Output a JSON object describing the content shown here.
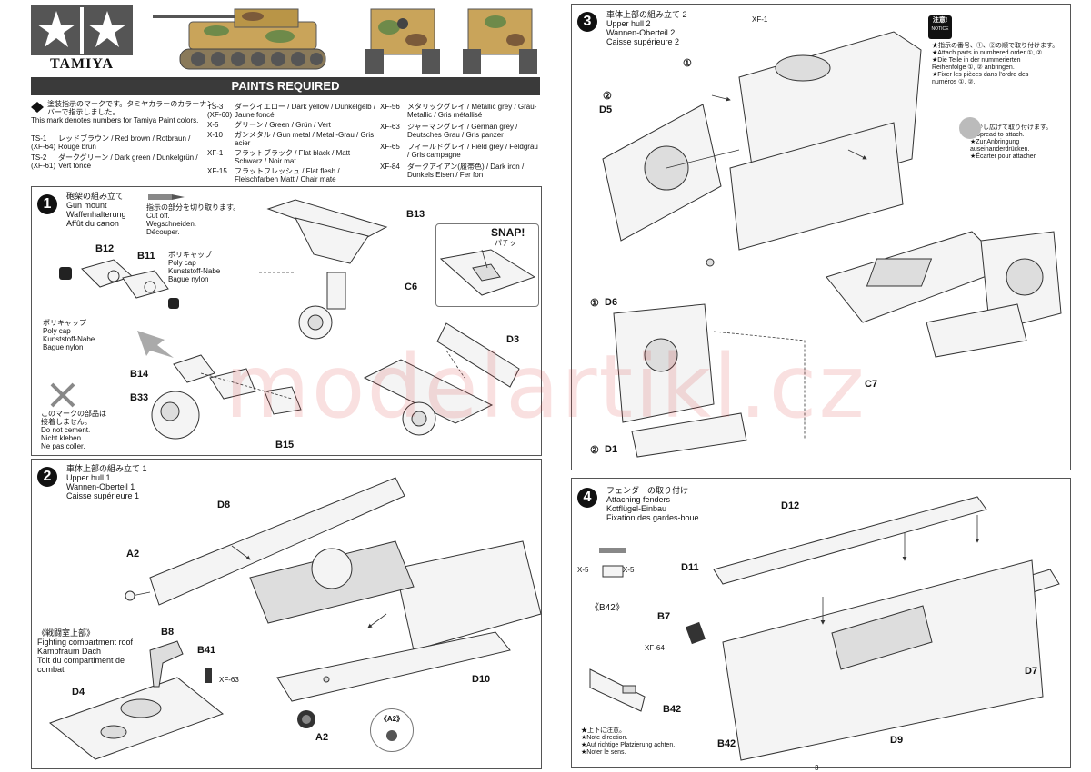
{
  "brand": {
    "name": "TAMIYA"
  },
  "watermark": "modelartikl.cz",
  "paints": {
    "header": "PAINTS REQUIRED",
    "note_jp": "塗装指示のマークです。タミヤカラーのカラーナンバーで指示しました。",
    "note_en": "This mark denotes numbers for Tamiya Paint colors.",
    "col1": [
      {
        "code": "TS-1",
        "alt": "(XF-64)",
        "name": "レッドブラウン / Red brown / Rotbraun / Rouge brun"
      },
      {
        "code": "TS-2",
        "alt": "(XF-61)",
        "name": "ダークグリーン / Dark green / Dunkelgrün / Vert foncé"
      }
    ],
    "col2": [
      {
        "code": "TS-3",
        "alt": "(XF-60)",
        "name": "ダークイエロー / Dark yellow / Dunkelgelb / Jaune foncé"
      },
      {
        "code": "X-5",
        "alt": "",
        "name": "グリーン / Green / Grün / Vert"
      },
      {
        "code": "X-10",
        "alt": "",
        "name": "ガンメタル / Gun metal / Metall-Grau / Gris acier"
      },
      {
        "code": "XF-1",
        "alt": "",
        "name": "フラットブラック / Flat black / Matt Schwarz / Noir mat"
      },
      {
        "code": "XF-15",
        "alt": "",
        "name": "フラットフレッシュ / Flat flesh / Fleischfarben Matt / Chair mate"
      }
    ],
    "col3": [
      {
        "code": "XF-56",
        "alt": "",
        "name": "メタリックグレイ / Metallic grey / Grau-Metallic / Gris métallisé"
      },
      {
        "code": "XF-63",
        "alt": "",
        "name": "ジャーマングレイ / German grey / Deutsches Grau / Gris panzer"
      },
      {
        "code": "XF-65",
        "alt": "",
        "name": "フィールドグレイ / Field grey / Feldgrau / Gris campagne"
      },
      {
        "code": "XF-84",
        "alt": "",
        "name": "ダークアイアン(履帯色) / Dark iron / Dunkels Eisen / Fer fon"
      }
    ]
  },
  "step1": {
    "num": "1",
    "title": [
      "砲架の組み立て",
      "Gun mount",
      "Waffenhalterung",
      "Affût du canon"
    ],
    "cut_note": [
      "指示の部分を切り取ります。",
      "Cut off.",
      "Wegschneiden.",
      "Découper."
    ],
    "polycap_a": [
      "ポリキャップ",
      "Poly cap",
      "Kunststoff-Nabe",
      "Bague nylon"
    ],
    "polycap_b": [
      "ポリキャップ",
      "Poly cap",
      "Kunststoff-Nabe",
      "Bague nylon"
    ],
    "no_cement": [
      "このマークの部品は",
      "接着しません。",
      "Do not cement.",
      "Nicht kleben.",
      "Ne pas coller."
    ],
    "snap": "SNAP!",
    "snap_jp": "パチッ",
    "labels": [
      "B12",
      "B11",
      "B13",
      "C6",
      "D3",
      "B14",
      "B33",
      "B15"
    ]
  },
  "step2": {
    "num": "2",
    "title": [
      "車体上部の組み立て 1",
      "Upper hull 1",
      "Wannen-Oberteil 1",
      "Caisse supérieure 1"
    ],
    "roof": [
      "《戦闘室上部》",
      "Fighting compartment roof",
      "Kampfraum Dach",
      "Toit du compartiment de",
      "combat"
    ],
    "labels": [
      "D8",
      "A2",
      "B8",
      "B41",
      "D4",
      "D10",
      "A2"
    ],
    "xf63": "XF-63",
    "a2_callout": "《A2》"
  },
  "step3": {
    "num": "3",
    "title": [
      "車体上部の組み立て 2",
      "Upper hull 2",
      "Wannen-Oberteil 2",
      "Caisse supérieure 2"
    ],
    "notice_badge": [
      "注意!",
      "NOTICE"
    ],
    "notice": [
      "★指示の番号、①、②の順で取り付けます。",
      "★Attach parts in numbered order ①, ②.",
      "★Die Teile in der nummerierten",
      "Reihenfolge ①, ② anbringen.",
      "★Fixer les pièces dans l'ordre des",
      "numéros ①, ②."
    ],
    "spread": [
      "★少し広げて取り付けます。",
      "★Spread to attach.",
      "★Zur Anbringung",
      "auseinanderdrücken.",
      "★Écarter pour attacher."
    ],
    "xf1": "XF-1",
    "c1": "①",
    "c2": "②",
    "labels": [
      "D5",
      "D6",
      "D1",
      "C7"
    ]
  },
  "step4": {
    "num": "4",
    "title": [
      "フェンダーの取り付け",
      "Attaching fenders",
      "Kotflügel-Einbau",
      "Fixation des gardes-boue"
    ],
    "direction": [
      "★上下に注意。",
      "★Note direction.",
      "★Auf richtige Platzierung achten.",
      "★Noter le sens."
    ],
    "x5a": "X-5",
    "x5b": "X-5",
    "b42_callout": "《B42》",
    "xf64": "XF-64",
    "labels": [
      "D12",
      "D11",
      "B7",
      "D7",
      "B42",
      "B42",
      "D9"
    ]
  },
  "page_number": "3"
}
